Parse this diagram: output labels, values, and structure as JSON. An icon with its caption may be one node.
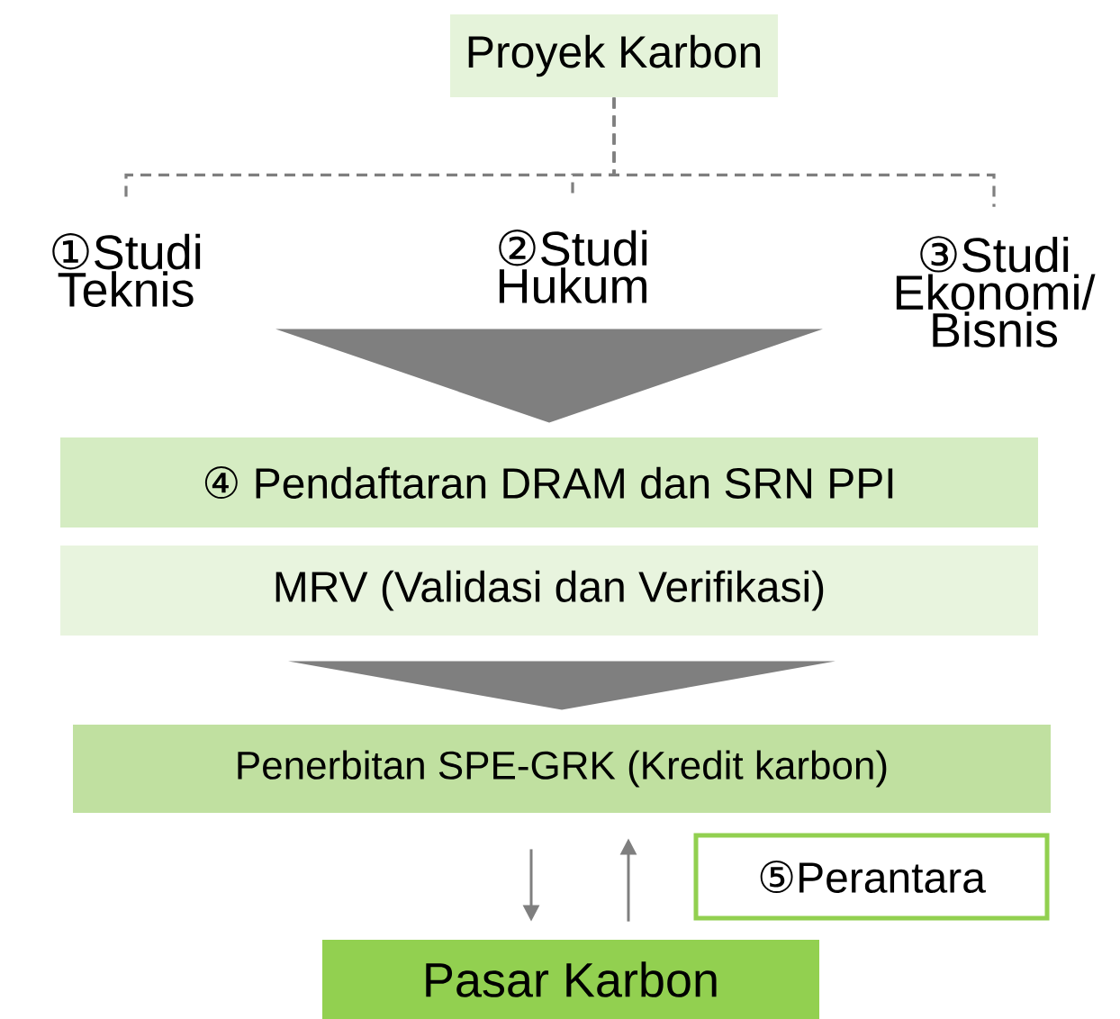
{
  "diagram": {
    "nodes": [
      {
        "text": [
          "Proyek Karbon"
        ]
      },
      {
        "text": [
          "①Studi Teknis"
        ]
      },
      {
        "text": [
          "②Studi Hukum"
        ]
      },
      {
        "text": [
          "③Studi Ekonomi/ Bisnis"
        ]
      },
      {
        "text": [
          "④ Pendaftaran DRAM dan SRN PPI"
        ]
      },
      {
        "text": [
          "MRV (Validasi dan Verifikasi)"
        ]
      },
      {
        "text": [
          "Penerbitan SPE-GRK (Kredit karbon)"
        ]
      },
      {
        "text": [
          "⑤Perantara"
        ]
      },
      {
        "text": [
          "Pasar Karbon"
        ]
      }
    ],
    "edges": [
      {
        "from": 0,
        "to": 1,
        "arrow": "none",
        "style": "dashed"
      },
      {
        "from": 0,
        "to": 2,
        "arrow": "none",
        "style": "dashed"
      },
      {
        "from": 0,
        "to": 3,
        "arrow": "none",
        "style": "dashed"
      },
      {
        "from": 2,
        "to": 4,
        "arrow": "to",
        "style": "thick"
      },
      {
        "from": 5,
        "to": 6,
        "arrow": "to",
        "style": "thick"
      },
      {
        "from": 6,
        "to": 8,
        "arrow": "to"
      },
      {
        "from": 8,
        "to": 6,
        "arrow": "to"
      }
    ]
  }
}
